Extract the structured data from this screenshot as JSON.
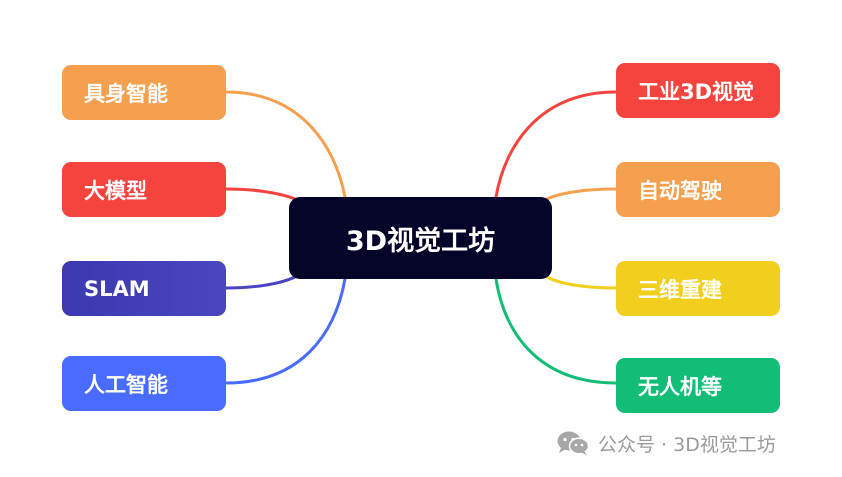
{
  "center": {
    "label": "3D视觉工坊",
    "color": "#05052a"
  },
  "left_branches": [
    {
      "label": "具身智能",
      "color": "#f5a04e"
    },
    {
      "label": "大模型",
      "color": "#f5443e"
    },
    {
      "label": "SLAM",
      "color": "#4a46bf"
    },
    {
      "label": "人工智能",
      "color": "#4a6bff"
    }
  ],
  "right_branches": [
    {
      "label": "工业3D视觉",
      "color": "#f5443e"
    },
    {
      "label": "自动驾驶",
      "color": "#f5a04e"
    },
    {
      "label": "三维重建",
      "color": "#f2cf1f"
    },
    {
      "label": "无人机等",
      "color": "#12bd77"
    }
  ],
  "watermark": {
    "text": "公众号 · 3D视觉工坊",
    "icon": "wechat-icon"
  }
}
